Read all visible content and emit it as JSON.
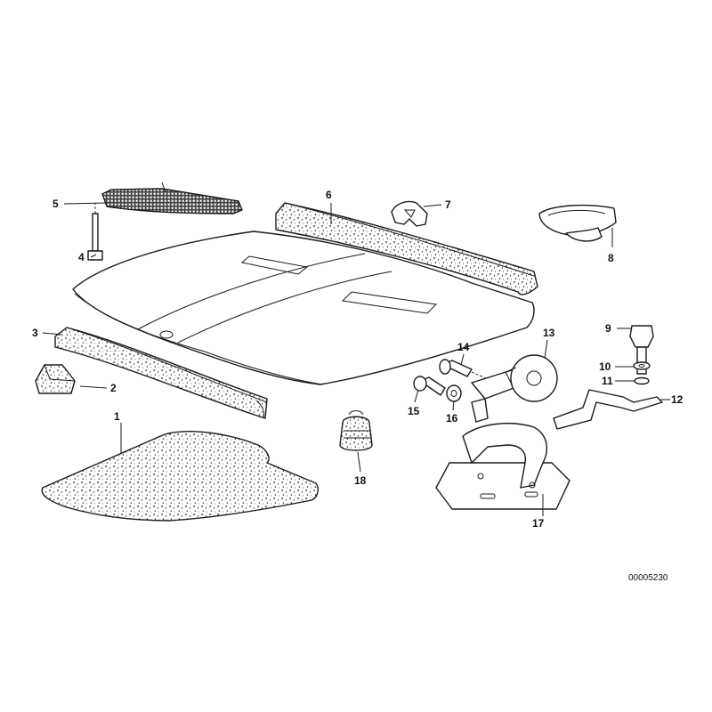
{
  "diagram": {
    "reference_number": "00005230",
    "callouts": [
      {
        "id": "1",
        "label": "1"
      },
      {
        "id": "2",
        "label": "2"
      },
      {
        "id": "3",
        "label": "3"
      },
      {
        "id": "4",
        "label": "4"
      },
      {
        "id": "5",
        "label": "5"
      },
      {
        "id": "6",
        "label": "6"
      },
      {
        "id": "7",
        "label": "7"
      },
      {
        "id": "8",
        "label": "8"
      },
      {
        "id": "9",
        "label": "9"
      },
      {
        "id": "10",
        "label": "10"
      },
      {
        "id": "11",
        "label": "11"
      },
      {
        "id": "12",
        "label": "12"
      },
      {
        "id": "13",
        "label": "13"
      },
      {
        "id": "14",
        "label": "14"
      },
      {
        "id": "15",
        "label": "15"
      },
      {
        "id": "16",
        "label": "16"
      },
      {
        "id": "17",
        "label": "17"
      },
      {
        "id": "18",
        "label": "18"
      }
    ]
  }
}
